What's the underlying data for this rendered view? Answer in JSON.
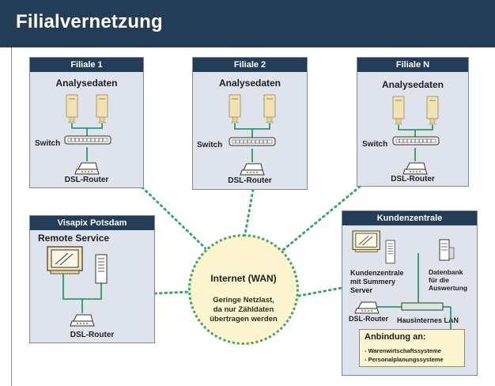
{
  "title": "Filialvernetzung",
  "branches": [
    {
      "header": "Filiale 1",
      "heading": "Analysedaten",
      "switch_label": "Switch",
      "router_label": "DSL-Router"
    },
    {
      "header": "Filiale 2",
      "heading": "Analysedaten",
      "switch_label": "Switch",
      "router_label": "DSL-Router"
    },
    {
      "header": "Filiale N",
      "heading": "Analysedaten",
      "switch_label": "Switch",
      "router_label": "DSL-Router"
    }
  ],
  "remote": {
    "header": "Visapix Potsdam",
    "heading": "Remote Service",
    "router_label": "DSL-Router"
  },
  "wan": {
    "title": "Internet (WAN)",
    "note_lines": [
      "Geringe Netzlast,",
      "da nur Zähldaten",
      "übertragen werden"
    ]
  },
  "central": {
    "header": "Kundenzentrale",
    "server_label_lines": [
      "Kundenzentrale",
      "mit Summery",
      "Server"
    ],
    "db_label_lines": [
      "Datenbank",
      "für die",
      "Auswertung"
    ],
    "router_label": "DSL-Router",
    "lan_label": "Hausinternes LAN",
    "connection_title": "Anbindung an:",
    "connection_items": [
      "- Warenwirtschaftssysteme",
      "- Personalplanungssysteme"
    ]
  },
  "colors": {
    "header_bg": "#243d57",
    "box_bg": "#dfe4ec",
    "link_green": "#35a86a",
    "wan_fill": "#fbf4cf"
  }
}
